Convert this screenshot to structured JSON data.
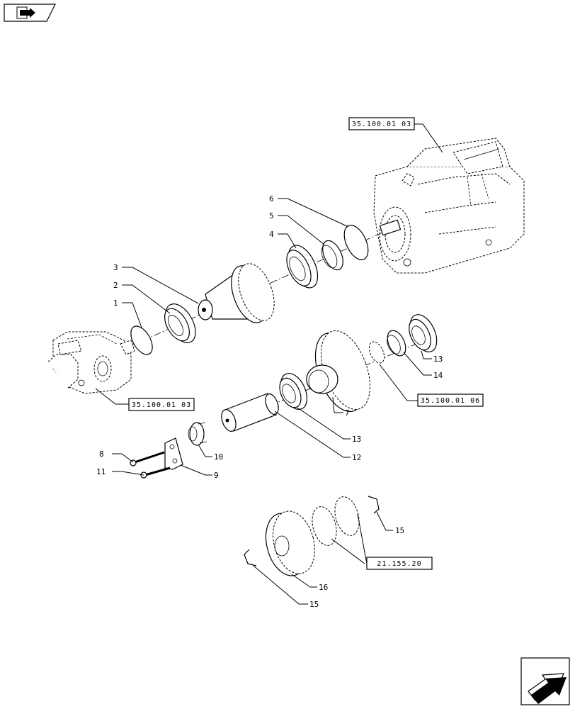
{
  "nav": {
    "icon": "book-arrow-icon"
  },
  "refs": {
    "pump_top": "35.100.01 03",
    "pump_left": "35.100.01 03",
    "bearing_set": "35.100.01 06",
    "gear_set": "21.155.20"
  },
  "callouts": {
    "c1": "1",
    "c2": "2",
    "c3": "3",
    "c4": "4",
    "c5": "5",
    "c6": "6",
    "c7": "7",
    "c8": "8",
    "c9": "9",
    "c10": "10",
    "c11": "11",
    "c12": "12",
    "c13a": "13",
    "c13b": "13",
    "c14": "14",
    "c15a": "15",
    "c15b": "15",
    "c16": "16"
  },
  "corner": {
    "icon": "next-page-arrow-icon"
  }
}
